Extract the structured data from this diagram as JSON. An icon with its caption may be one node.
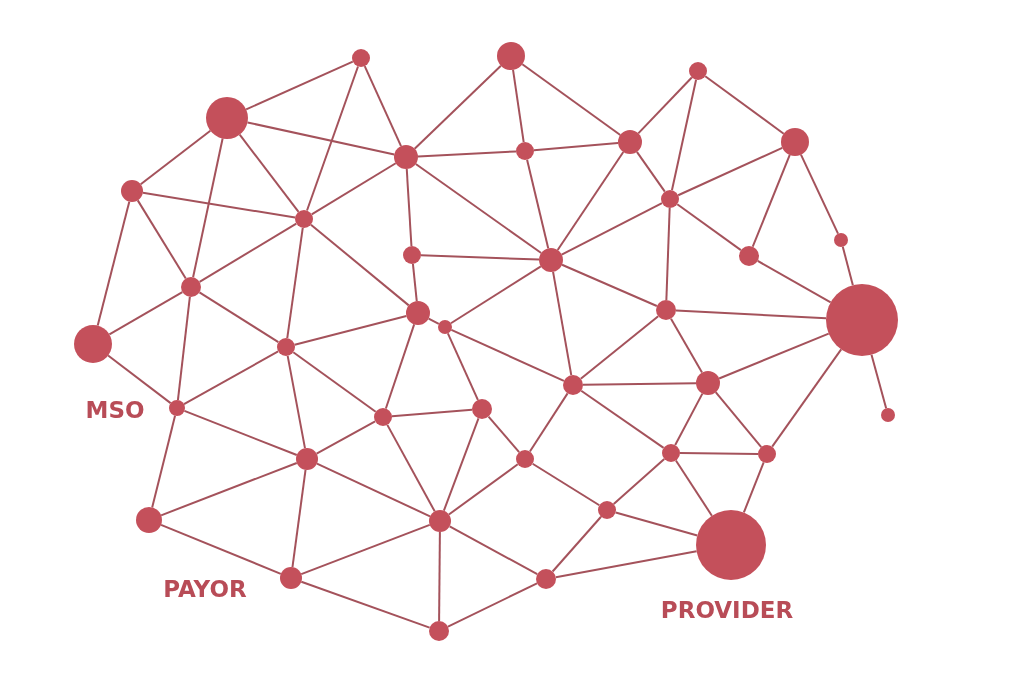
{
  "diagram": {
    "nodes": [
      {
        "text": [],
        "shape": "circle"
      },
      {
        "text": [],
        "shape": "circle"
      },
      {
        "text": [],
        "shape": "circle"
      },
      {
        "text": [],
        "shape": "circle"
      },
      {
        "text": [],
        "shape": "circle"
      },
      {
        "text": [],
        "shape": "circle"
      },
      {
        "text": [],
        "shape": "circle"
      },
      {
        "text": [],
        "shape": "circle"
      },
      {
        "text": [],
        "shape": "circle"
      },
      {
        "text": [],
        "shape": "circle"
      },
      {
        "text": [],
        "shape": "circle"
      },
      {
        "text": [],
        "shape": "circle"
      },
      {
        "text": [],
        "shape": "circle"
      },
      {
        "text": [],
        "shape": "circle"
      },
      {
        "text": [],
        "shape": "circle"
      },
      {
        "text": [],
        "shape": "circle"
      },
      {
        "text": [],
        "shape": "circle"
      },
      {
        "text": [],
        "shape": "circle"
      },
      {
        "text": [],
        "shape": "circle"
      },
      {
        "text": [],
        "shape": "circle"
      },
      {
        "text": [],
        "shape": "circle"
      },
      {
        "text": [],
        "shape": "circle"
      },
      {
        "text": [],
        "shape": "circle"
      },
      {
        "text": [],
        "shape": "circle"
      },
      {
        "text": [],
        "shape": "circle"
      },
      {
        "text": [],
        "shape": "circle"
      },
      {
        "text": [],
        "shape": "circle"
      },
      {
        "text": [],
        "shape": "circle"
      },
      {
        "text": [],
        "shape": "circle"
      },
      {
        "text": [],
        "shape": "circle"
      },
      {
        "text": [],
        "shape": "circle"
      },
      {
        "text": [],
        "shape": "circle"
      },
      {
        "text": [],
        "shape": "circle"
      },
      {
        "text": [],
        "shape": "circle"
      },
      {
        "text": [],
        "shape": "circle"
      },
      {
        "text": [],
        "shape": "circle"
      },
      {
        "text": [],
        "shape": "circle"
      },
      {
        "text": [],
        "shape": "circle"
      },
      {
        "text": [],
        "shape": "circle"
      }
    ],
    "edges": [
      {
        "from": 3,
        "to": 1,
        "arrow": "none"
      },
      {
        "from": 1,
        "to": 7,
        "arrow": "none"
      },
      {
        "from": 1,
        "to": 10,
        "arrow": "none"
      },
      {
        "from": 0,
        "to": 7,
        "arrow": "none"
      },
      {
        "from": 0,
        "to": 6,
        "arrow": "none"
      },
      {
        "from": 0,
        "to": 5,
        "arrow": "none"
      },
      {
        "from": 2,
        "to": 5,
        "arrow": "none"
      },
      {
        "from": 2,
        "to": 9,
        "arrow": "none"
      },
      {
        "from": 2,
        "to": 4,
        "arrow": "none"
      },
      {
        "from": 3,
        "to": 7,
        "arrow": "none"
      },
      {
        "from": 3,
        "to": 8,
        "arrow": "none"
      },
      {
        "from": 3,
        "to": 10,
        "arrow": "none"
      },
      {
        "from": 3,
        "to": 15,
        "arrow": "none"
      },
      {
        "from": 4,
        "to": 9,
        "arrow": "none"
      },
      {
        "from": 4,
        "to": 13,
        "arrow": "none"
      },
      {
        "from": 4,
        "to": 11,
        "arrow": "none"
      },
      {
        "from": 5,
        "to": 6,
        "arrow": "none"
      },
      {
        "from": 5,
        "to": 9,
        "arrow": "none"
      },
      {
        "from": 5,
        "to": 14,
        "arrow": "none"
      },
      {
        "from": 6,
        "to": 7,
        "arrow": "none"
      },
      {
        "from": 6,
        "to": 14,
        "arrow": "none"
      },
      {
        "from": 7,
        "to": 10,
        "arrow": "none"
      },
      {
        "from": 7,
        "to": 12,
        "arrow": "none"
      },
      {
        "from": 7,
        "to": 14,
        "arrow": "none"
      },
      {
        "from": 8,
        "to": 10,
        "arrow": "none"
      },
      {
        "from": 8,
        "to": 15,
        "arrow": "none"
      },
      {
        "from": 8,
        "to": 20,
        "arrow": "none"
      },
      {
        "from": 9,
        "to": 13,
        "arrow": "none"
      },
      {
        "from": 9,
        "to": 14,
        "arrow": "none"
      },
      {
        "from": 9,
        "to": 16,
        "arrow": "none"
      },
      {
        "from": 10,
        "to": 15,
        "arrow": "none"
      },
      {
        "from": 10,
        "to": 21,
        "arrow": "none"
      },
      {
        "from": 10,
        "to": 17,
        "arrow": "none"
      },
      {
        "from": 11,
        "to": 18,
        "arrow": "none"
      },
      {
        "from": 12,
        "to": 14,
        "arrow": "none"
      },
      {
        "from": 12,
        "to": 17,
        "arrow": "none"
      },
      {
        "from": 13,
        "to": 18,
        "arrow": "none"
      },
      {
        "from": 14,
        "to": 16,
        "arrow": "none"
      },
      {
        "from": 14,
        "to": 19,
        "arrow": "none"
      },
      {
        "from": 14,
        "to": 23,
        "arrow": "none"
      },
      {
        "from": 15,
        "to": 20,
        "arrow": "none"
      },
      {
        "from": 15,
        "to": 21,
        "arrow": "none"
      },
      {
        "from": 15,
        "to": 24,
        "arrow": "none"
      },
      {
        "from": 16,
        "to": 18,
        "arrow": "none"
      },
      {
        "from": 16,
        "to": 23,
        "arrow": "none"
      },
      {
        "from": 16,
        "to": 22,
        "arrow": "none"
      },
      {
        "from": 17,
        "to": 19,
        "arrow": "none"
      },
      {
        "from": 17,
        "to": 21,
        "arrow": "none"
      },
      {
        "from": 17,
        "to": 27,
        "arrow": "none"
      },
      {
        "from": 18,
        "to": 22,
        "arrow": "none"
      },
      {
        "from": 18,
        "to": 26,
        "arrow": "none"
      },
      {
        "from": 18,
        "to": 29,
        "arrow": "none"
      },
      {
        "from": 19,
        "to": 25,
        "arrow": "none"
      },
      {
        "from": 19,
        "to": 23,
        "arrow": "none"
      },
      {
        "from": 20,
        "to": 24,
        "arrow": "none"
      },
      {
        "from": 21,
        "to": 24,
        "arrow": "none"
      },
      {
        "from": 21,
        "to": 27,
        "arrow": "none"
      },
      {
        "from": 21,
        "to": 30,
        "arrow": "none"
      },
      {
        "from": 22,
        "to": 23,
        "arrow": "none"
      },
      {
        "from": 22,
        "to": 28,
        "arrow": "none"
      },
      {
        "from": 22,
        "to": 29,
        "arrow": "none"
      },
      {
        "from": 23,
        "to": 28,
        "arrow": "none"
      },
      {
        "from": 23,
        "to": 31,
        "arrow": "none"
      },
      {
        "from": 24,
        "to": 30,
        "arrow": "none"
      },
      {
        "from": 24,
        "to": 33,
        "arrow": "none"
      },
      {
        "from": 25,
        "to": 27,
        "arrow": "none"
      },
      {
        "from": 25,
        "to": 31,
        "arrow": "none"
      },
      {
        "from": 25,
        "to": 34,
        "arrow": "none"
      },
      {
        "from": 27,
        "to": 30,
        "arrow": "none"
      },
      {
        "from": 27,
        "to": 34,
        "arrow": "none"
      },
      {
        "from": 28,
        "to": 29,
        "arrow": "none"
      },
      {
        "from": 28,
        "to": 32,
        "arrow": "none"
      },
      {
        "from": 28,
        "to": 35,
        "arrow": "none"
      },
      {
        "from": 29,
        "to": 35,
        "arrow": "none"
      },
      {
        "from": 30,
        "to": 33,
        "arrow": "none"
      },
      {
        "from": 30,
        "to": 36,
        "arrow": "none"
      },
      {
        "from": 30,
        "to": 34,
        "arrow": "none"
      },
      {
        "from": 31,
        "to": 34,
        "arrow": "none"
      },
      {
        "from": 31,
        "to": 32,
        "arrow": "none"
      },
      {
        "from": 32,
        "to": 35,
        "arrow": "none"
      },
      {
        "from": 32,
        "to": 37,
        "arrow": "none"
      },
      {
        "from": 33,
        "to": 36,
        "arrow": "none"
      },
      {
        "from": 34,
        "to": 36,
        "arrow": "none"
      },
      {
        "from": 34,
        "to": 37,
        "arrow": "none"
      },
      {
        "from": 34,
        "to": 38,
        "arrow": "none"
      },
      {
        "from": 35,
        "to": 37,
        "arrow": "none"
      },
      {
        "from": 36,
        "to": 38,
        "arrow": "none"
      },
      {
        "from": 37,
        "to": 38,
        "arrow": "none"
      }
    ],
    "labels": [
      "MSO",
      "PAYOR",
      "PROVIDER"
    ]
  }
}
